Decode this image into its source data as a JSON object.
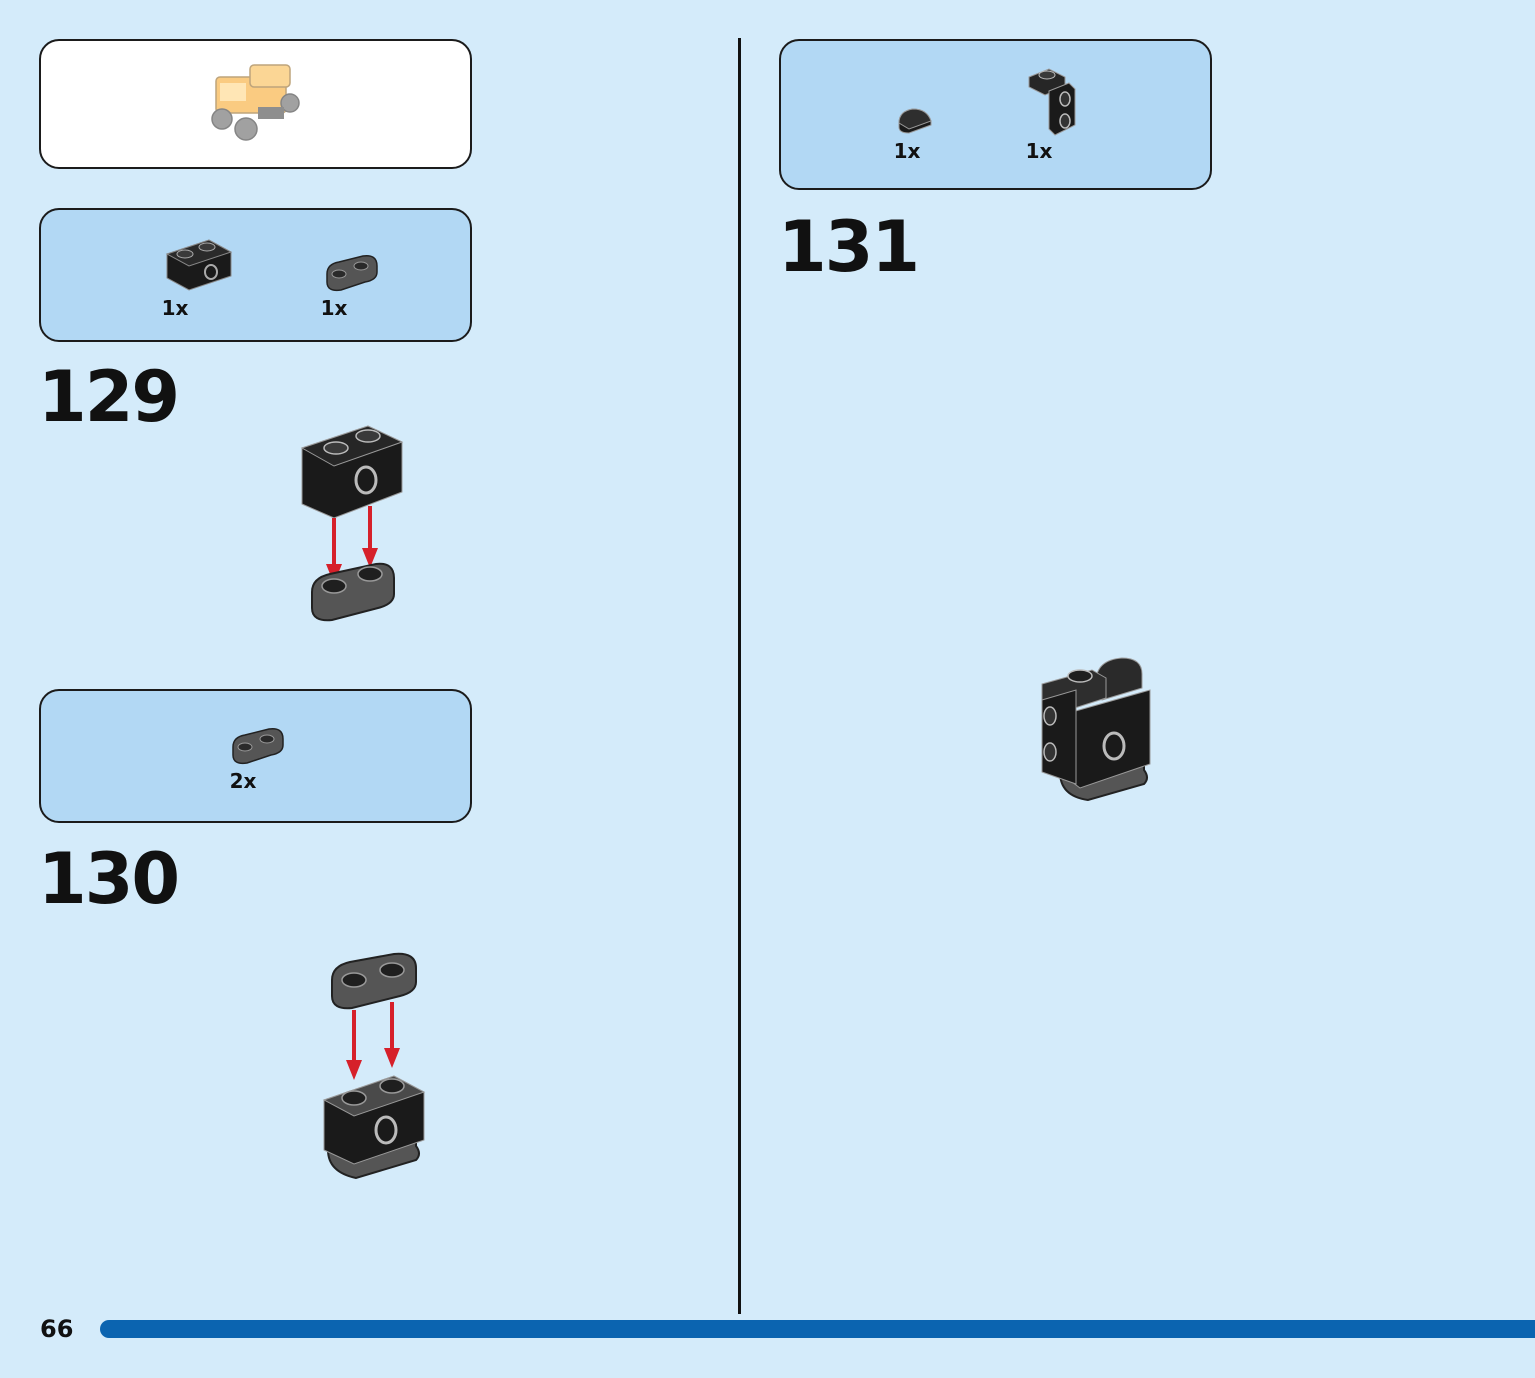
{
  "page": {
    "number": "66",
    "accent_color": "#0b64b0",
    "background_color": "#d4ebfa",
    "panel_color": "#b2d8f4"
  },
  "overview": {
    "thumbnail": "assembled-vehicle-preview"
  },
  "steps": [
    {
      "number": "129",
      "parts": [
        {
          "icon": "black-technic-brick-1x2-with-hole",
          "qty": "1x"
        },
        {
          "icon": "dark-gray-plate-1x2-rounded",
          "qty": "1x"
        }
      ],
      "arrow_color": "#d6202a"
    },
    {
      "number": "130",
      "parts": [
        {
          "icon": "dark-gray-plate-1x2-rounded",
          "qty": "2x"
        }
      ],
      "arrow_color": "#d6202a"
    },
    {
      "number": "131",
      "parts": [
        {
          "icon": "black-tile-1x1-quarter-round",
          "qty": "1x"
        },
        {
          "icon": "black-bracket-1x1-2x2",
          "qty": "1x"
        }
      ]
    }
  ]
}
